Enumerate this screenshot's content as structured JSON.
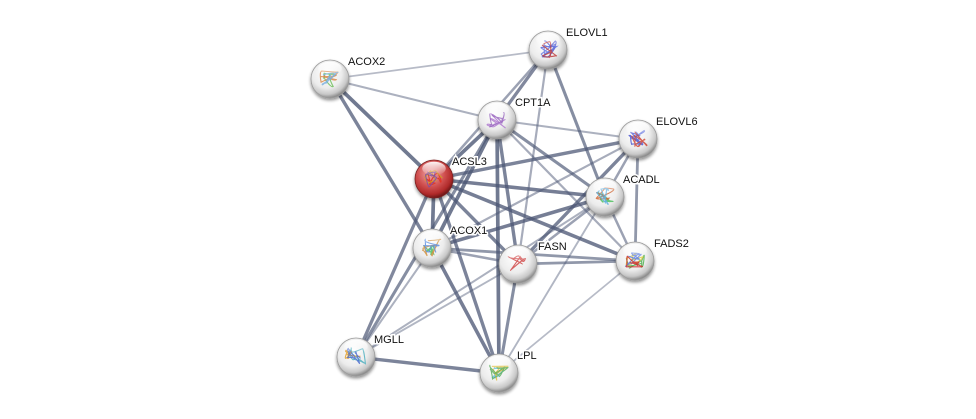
{
  "title": "Protein interaction network",
  "colors": {
    "edge": "#4b5674",
    "query_node": "#c43a3a",
    "node": "#e6e6e6"
  },
  "nodes": [
    {
      "id": "ACOX2",
      "label": "ACOX2",
      "query": false,
      "art": [
        "#6fbf5b",
        "#d98a4a",
        "#7ab0e0"
      ]
    },
    {
      "id": "ELOVL1",
      "label": "ELOVL1",
      "query": false,
      "art": [
        "#4a55d0",
        "#6a7ae0",
        "#c04040"
      ]
    },
    {
      "id": "CPT1A",
      "label": "CPT1A",
      "query": false,
      "art": [
        "#b07ad0",
        "#9a6ac0"
      ]
    },
    {
      "id": "ELOVL6",
      "label": "ELOVL6",
      "query": false,
      "art": [
        "#4a55d0",
        "#6a7ae0",
        "#d04a3a"
      ]
    },
    {
      "id": "ACSL3",
      "label": "ACSL3",
      "query": true,
      "art": [
        "#e03020",
        "#d0a020",
        "#8050a0"
      ]
    },
    {
      "id": "ACADL",
      "label": "ACADL",
      "query": false,
      "art": [
        "#50c060",
        "#d06a3a",
        "#60b0e0"
      ]
    },
    {
      "id": "ACOX1",
      "label": "ACOX1",
      "query": false,
      "art": [
        "#50c060",
        "#d09040",
        "#6090e0"
      ]
    },
    {
      "id": "FASN",
      "label": "FASN",
      "query": false,
      "art": [
        "#d04a4a"
      ]
    },
    {
      "id": "FADS2",
      "label": "FADS2",
      "query": false,
      "art": [
        "#50b050",
        "#e0d040",
        "#6080e0",
        "#d03030"
      ]
    },
    {
      "id": "MGLL",
      "label": "MGLL",
      "query": false,
      "art": [
        "#50b0c0",
        "#e0a030",
        "#5070d0"
      ]
    },
    {
      "id": "LPL",
      "label": "LPL",
      "query": false,
      "art": [
        "#60c0e0",
        "#e0c040",
        "#60b060"
      ]
    }
  ],
  "edges": [
    {
      "a": "ACOX2",
      "b": "ELOVL1",
      "weight": 0.25
    },
    {
      "a": "ACOX2",
      "b": "CPT1A",
      "weight": 0.35
    },
    {
      "a": "ACOX2",
      "b": "ACSL3",
      "weight": 0.9
    },
    {
      "a": "ACOX2",
      "b": "ACOX1",
      "weight": 0.8
    },
    {
      "a": "ELOVL1",
      "b": "CPT1A",
      "weight": 0.75
    },
    {
      "a": "ELOVL1",
      "b": "ACSL3",
      "weight": 0.5
    },
    {
      "a": "ELOVL1",
      "b": "ACADL",
      "weight": 0.7
    },
    {
      "a": "ELOVL1",
      "b": "FASN",
      "weight": 0.4
    },
    {
      "a": "CPT1A",
      "b": "ELOVL6",
      "weight": 0.35
    },
    {
      "a": "CPT1A",
      "b": "ACSL3",
      "weight": 0.9
    },
    {
      "a": "CPT1A",
      "b": "ACADL",
      "weight": 0.7
    },
    {
      "a": "CPT1A",
      "b": "ACOX1",
      "weight": 0.9
    },
    {
      "a": "CPT1A",
      "b": "FASN",
      "weight": 0.8
    },
    {
      "a": "CPT1A",
      "b": "FADS2",
      "weight": 0.4
    },
    {
      "a": "CPT1A",
      "b": "LPL",
      "weight": 0.9
    },
    {
      "a": "CPT1A",
      "b": "MGLL",
      "weight": 0.7
    },
    {
      "a": "ELOVL6",
      "b": "ACSL3",
      "weight": 0.8
    },
    {
      "a": "ELOVL6",
      "b": "ACADL",
      "weight": 0.5
    },
    {
      "a": "ELOVL6",
      "b": "FADS2",
      "weight": 0.6
    },
    {
      "a": "ELOVL6",
      "b": "FASN",
      "weight": 0.8
    },
    {
      "a": "ELOVL6",
      "b": "ACOX1",
      "weight": 0.4
    },
    {
      "a": "ACSL3",
      "b": "ACADL",
      "weight": 0.85
    },
    {
      "a": "ACSL3",
      "b": "ACOX1",
      "weight": 0.9
    },
    {
      "a": "ACSL3",
      "b": "FASN",
      "weight": 0.8
    },
    {
      "a": "ACSL3",
      "b": "FADS2",
      "weight": 0.85
    },
    {
      "a": "ACSL3",
      "b": "LPL",
      "weight": 0.8
    },
    {
      "a": "ACSL3",
      "b": "MGLL",
      "weight": 0.75
    },
    {
      "a": "ACADL",
      "b": "ACOX1",
      "weight": 0.85
    },
    {
      "a": "ACADL",
      "b": "FASN",
      "weight": 0.5
    },
    {
      "a": "ACADL",
      "b": "FADS2",
      "weight": 0.5
    },
    {
      "a": "ACADL",
      "b": "MGLL",
      "weight": 0.35
    },
    {
      "a": "ACADL",
      "b": "LPL",
      "weight": 0.3
    },
    {
      "a": "ACOX1",
      "b": "FASN",
      "weight": 0.5
    },
    {
      "a": "ACOX1",
      "b": "FADS2",
      "weight": 0.6
    },
    {
      "a": "ACOX1",
      "b": "LPL",
      "weight": 0.85
    },
    {
      "a": "ACOX1",
      "b": "MGLL",
      "weight": 0.35
    },
    {
      "a": "FASN",
      "b": "FADS2",
      "weight": 0.6
    },
    {
      "a": "FASN",
      "b": "LPL",
      "weight": 0.7
    },
    {
      "a": "FASN",
      "b": "MGLL",
      "weight": 0.3
    },
    {
      "a": "FADS2",
      "b": "LPL",
      "weight": 0.25
    },
    {
      "a": "MGLL",
      "b": "LPL",
      "weight": 0.8
    }
  ]
}
